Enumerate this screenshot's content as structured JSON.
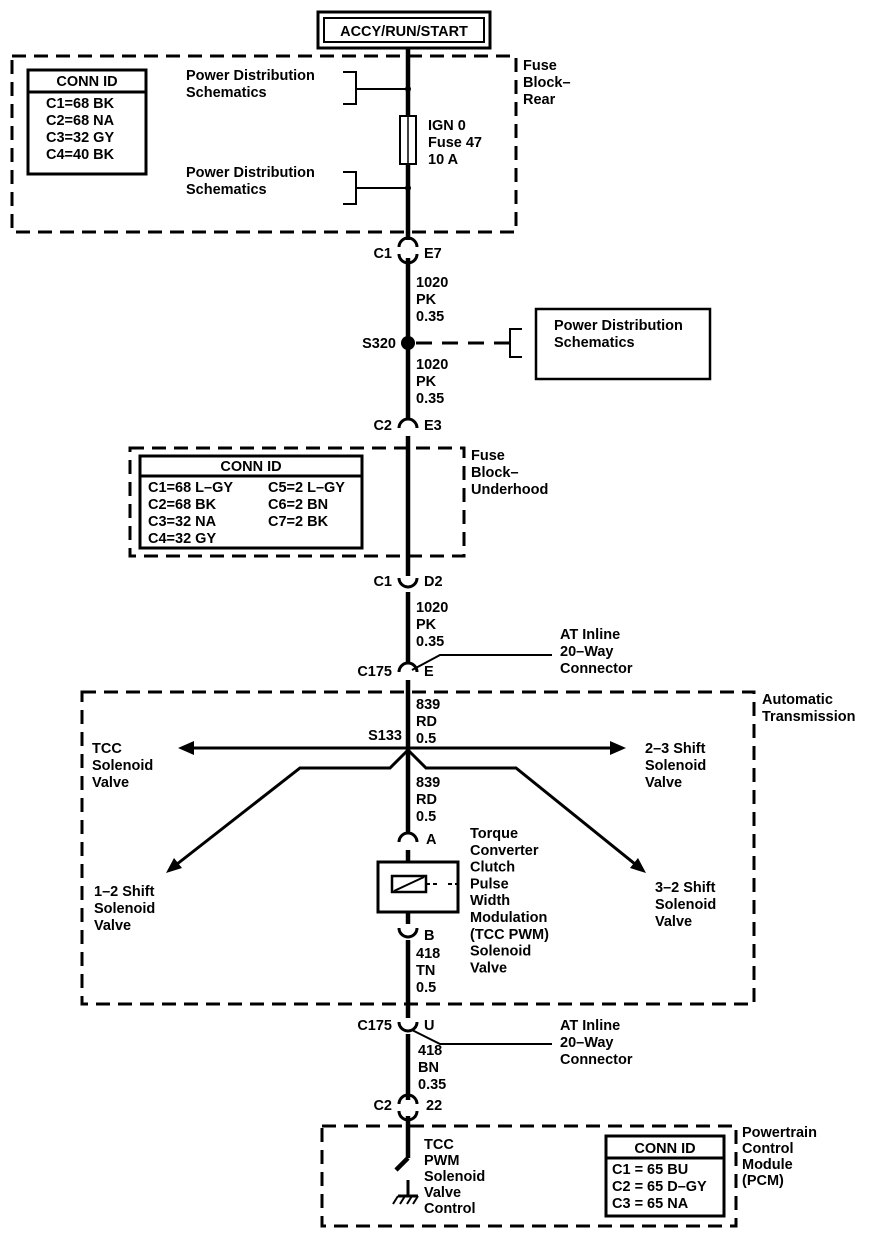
{
  "power_source": "ACCY/RUN/START",
  "fuse_block_rear": {
    "label": [
      "Fuse",
      "Block–",
      "Rear"
    ],
    "conn_title": "CONN ID",
    "conns": [
      "C1=68 BK",
      "C2=68 NA",
      "C3=32 GY",
      "C4=40 BK"
    ],
    "pds_top": [
      "Power Distribution",
      "Schematics"
    ],
    "pds_bottom": [
      "Power Distribution",
      "Schematics"
    ],
    "fuse": [
      "IGN 0",
      "Fuse 47",
      "10 A"
    ]
  },
  "c1_e7": {
    "conn": "C1",
    "pin": "E7"
  },
  "wire_a": [
    "1020",
    "PK",
    "0.35"
  ],
  "splice_s320": "S320",
  "pds_right": [
    "Power Distribution",
    "Schematics"
  ],
  "wire_b": [
    "1020",
    "PK",
    "0.35"
  ],
  "c2_e3": {
    "conn": "C2",
    "pin": "E3"
  },
  "fuse_block_underhood": {
    "label": [
      "Fuse",
      "Block–",
      "Underhood"
    ],
    "conn_title": "CONN ID",
    "conns_left": [
      "C1=68 L–GY",
      "C2=68 BK",
      "C3=32 NA",
      "C4=32 GY"
    ],
    "conns_right": [
      "C5=2 L–GY",
      "C6=2 BN",
      "C7=2 BK"
    ]
  },
  "c1_d2": {
    "conn": "C1",
    "pin": "D2"
  },
  "wire_c": [
    "1020",
    "PK",
    "0.35"
  ],
  "c175_e": {
    "conn": "C175",
    "pin": "E",
    "label": [
      "AT Inline",
      "20–Way",
      "Connector"
    ]
  },
  "automatic_transmission": {
    "label": [
      "Automatic",
      "Transmission"
    ],
    "wire_top": [
      "839",
      "RD",
      "0.5"
    ],
    "splice": "S133",
    "tcc_solenoid": [
      "TCC",
      "Solenoid",
      "Valve"
    ],
    "shift_23": [
      "2–3 Shift",
      "Solenoid",
      "Valve"
    ],
    "shift_12": [
      "1–2 Shift",
      "Solenoid",
      "Valve"
    ],
    "shift_32": [
      "3–2 Shift",
      "Solenoid",
      "Valve"
    ],
    "wire_mid": [
      "839",
      "RD",
      "0.5"
    ],
    "pin_a": "A",
    "pin_b": "B",
    "pwm_label": [
      "Torque",
      "Converter",
      "Clutch",
      "Pulse",
      "Width",
      "Modulation",
      "(TCC PWM)",
      "Solenoid",
      "Valve"
    ],
    "wire_bottom": [
      "418",
      "TN",
      "0.5"
    ]
  },
  "c175_u": {
    "conn": "C175",
    "pin": "U",
    "label": [
      "AT Inline",
      "20–Way",
      "Connector"
    ]
  },
  "wire_d": [
    "418",
    "BN",
    "0.35"
  ],
  "c2_22": {
    "conn": "C2",
    "pin": "22"
  },
  "pcm": {
    "label": [
      "Powertrain",
      "Control",
      "Module",
      "(PCM)"
    ],
    "control": [
      "TCC",
      "PWM",
      "Solenoid",
      "Valve",
      "Control"
    ],
    "conn_title": "CONN ID",
    "conns": [
      "C1 = 65 BU",
      "C2 = 65 D–GY",
      "C3 = 65 NA"
    ]
  }
}
